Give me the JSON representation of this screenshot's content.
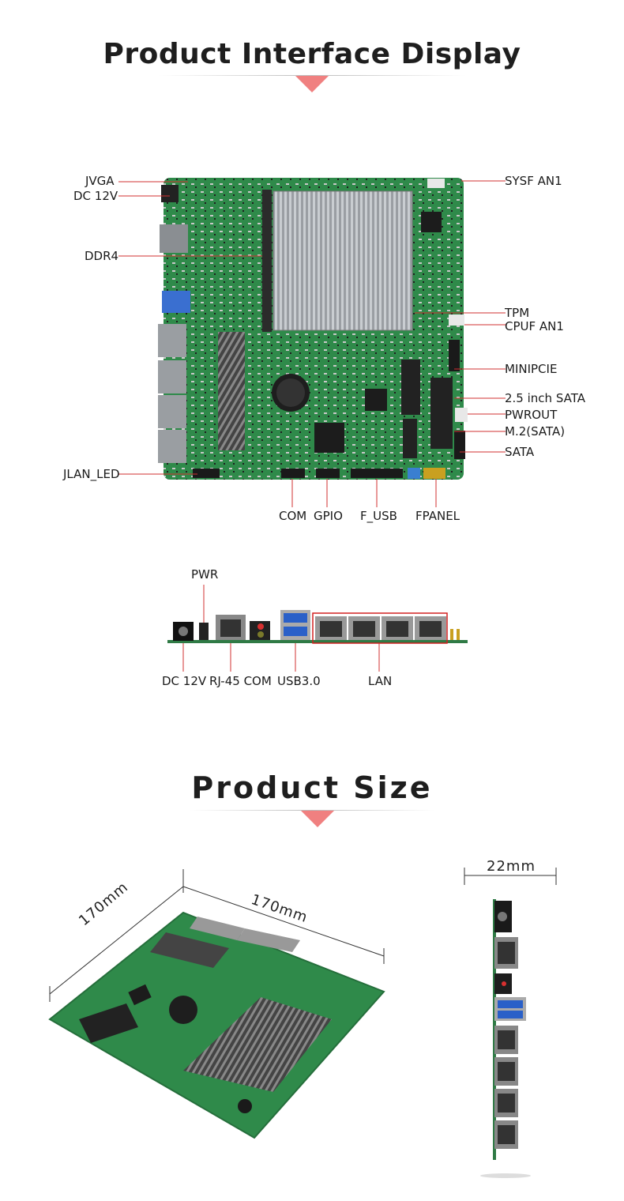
{
  "sections": {
    "interface_title": "Product Interface Display",
    "size_title": "Product Size"
  },
  "board_labels": {
    "jvga": "JVGA",
    "dc12v": "DC 12V",
    "ddr4": "DDR4",
    "jlan_led": "JLAN_LED",
    "sysf_an1": "SYSF AN1",
    "tpm": "TPM",
    "cpuf_an1": "CPUF AN1",
    "minipcie": "MINIPCIE",
    "sata25": "2.5 inch SATA",
    "pwrout": "PWROUT",
    "m2sata": "M.2(SATA)",
    "sata": "SATA",
    "com": "COM",
    "gpio": "GPIO",
    "fusb": "F_USB",
    "fpanel": "FPANEL"
  },
  "io_labels": {
    "pwr": "PWR",
    "dc12v": "DC 12V",
    "rj45com": "RJ-45 COM",
    "usb30": "USB3.0",
    "lan": "LAN"
  },
  "dimensions": {
    "width": "170mm",
    "depth": "170mm",
    "height": "22mm"
  },
  "colors": {
    "accent": "#f08080",
    "pcb": "#2f8a4a",
    "highlight": "#d22020"
  }
}
